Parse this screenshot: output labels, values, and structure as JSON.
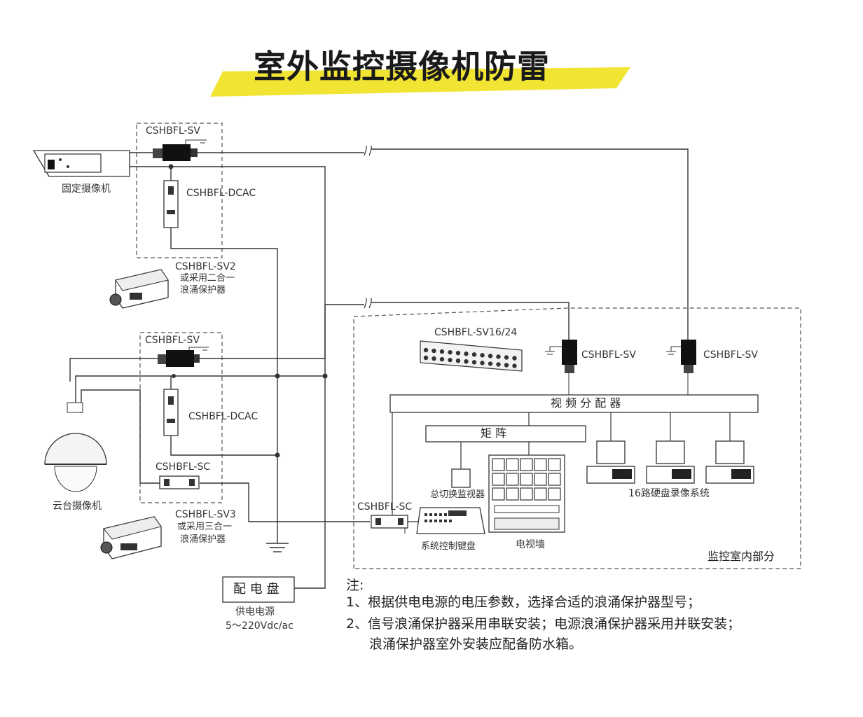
{
  "title": "室外监控摄像机防雷",
  "colors": {
    "highlight": "#f2e433",
    "line": "#333333",
    "dash": "#444444"
  },
  "devices": {
    "fixed_camera": "固定摄像机",
    "ptz_camera": "云台摄像机",
    "sv_top": "CSHBFL-SV",
    "dcac_top": "CSHBFL-DCAC",
    "sv2": "CSHBFL-SV2",
    "sv2_note1": "或采用二合一",
    "sv2_note2": "浪涌保护器",
    "sv_mid": "CSHBFL-SV",
    "dcac_mid": "CSHBFL-DCAC",
    "sc_mid": "CSHBFL-SC",
    "sv3": "CSHBFL-SV3",
    "sv3_note1": "或采用三合一",
    "sv3_note2": "浪涌保护器",
    "sv1624": "CSHBFL-SV16/24",
    "sv_room1": "CSHBFL-SV",
    "sv_room2": "CSHBFL-SV",
    "sc_room": "CSHBFL-SC",
    "distributor": "视 频 分 配 器",
    "matrix": "矩 阵",
    "switch_monitor": "总切换监视器",
    "keyboard": "系统控制键盘",
    "tv_wall": "电视墙",
    "dvr": "16路硬盘录像系统",
    "room": "监控室内部分",
    "panel": "配 电 盘",
    "power1": "供电电源",
    "power2": "5～220Vdc/ac"
  },
  "notes": {
    "head": "注:",
    "n1": "1、根据供电电源的电压参数，选择合适的浪涌保护器型号；",
    "n2a": "2、信号浪涌保护器采用串联安装；电源浪涌保护器采用并联安装；",
    "n2b": "浪涌保护器室外安装应配备防水箱。"
  }
}
